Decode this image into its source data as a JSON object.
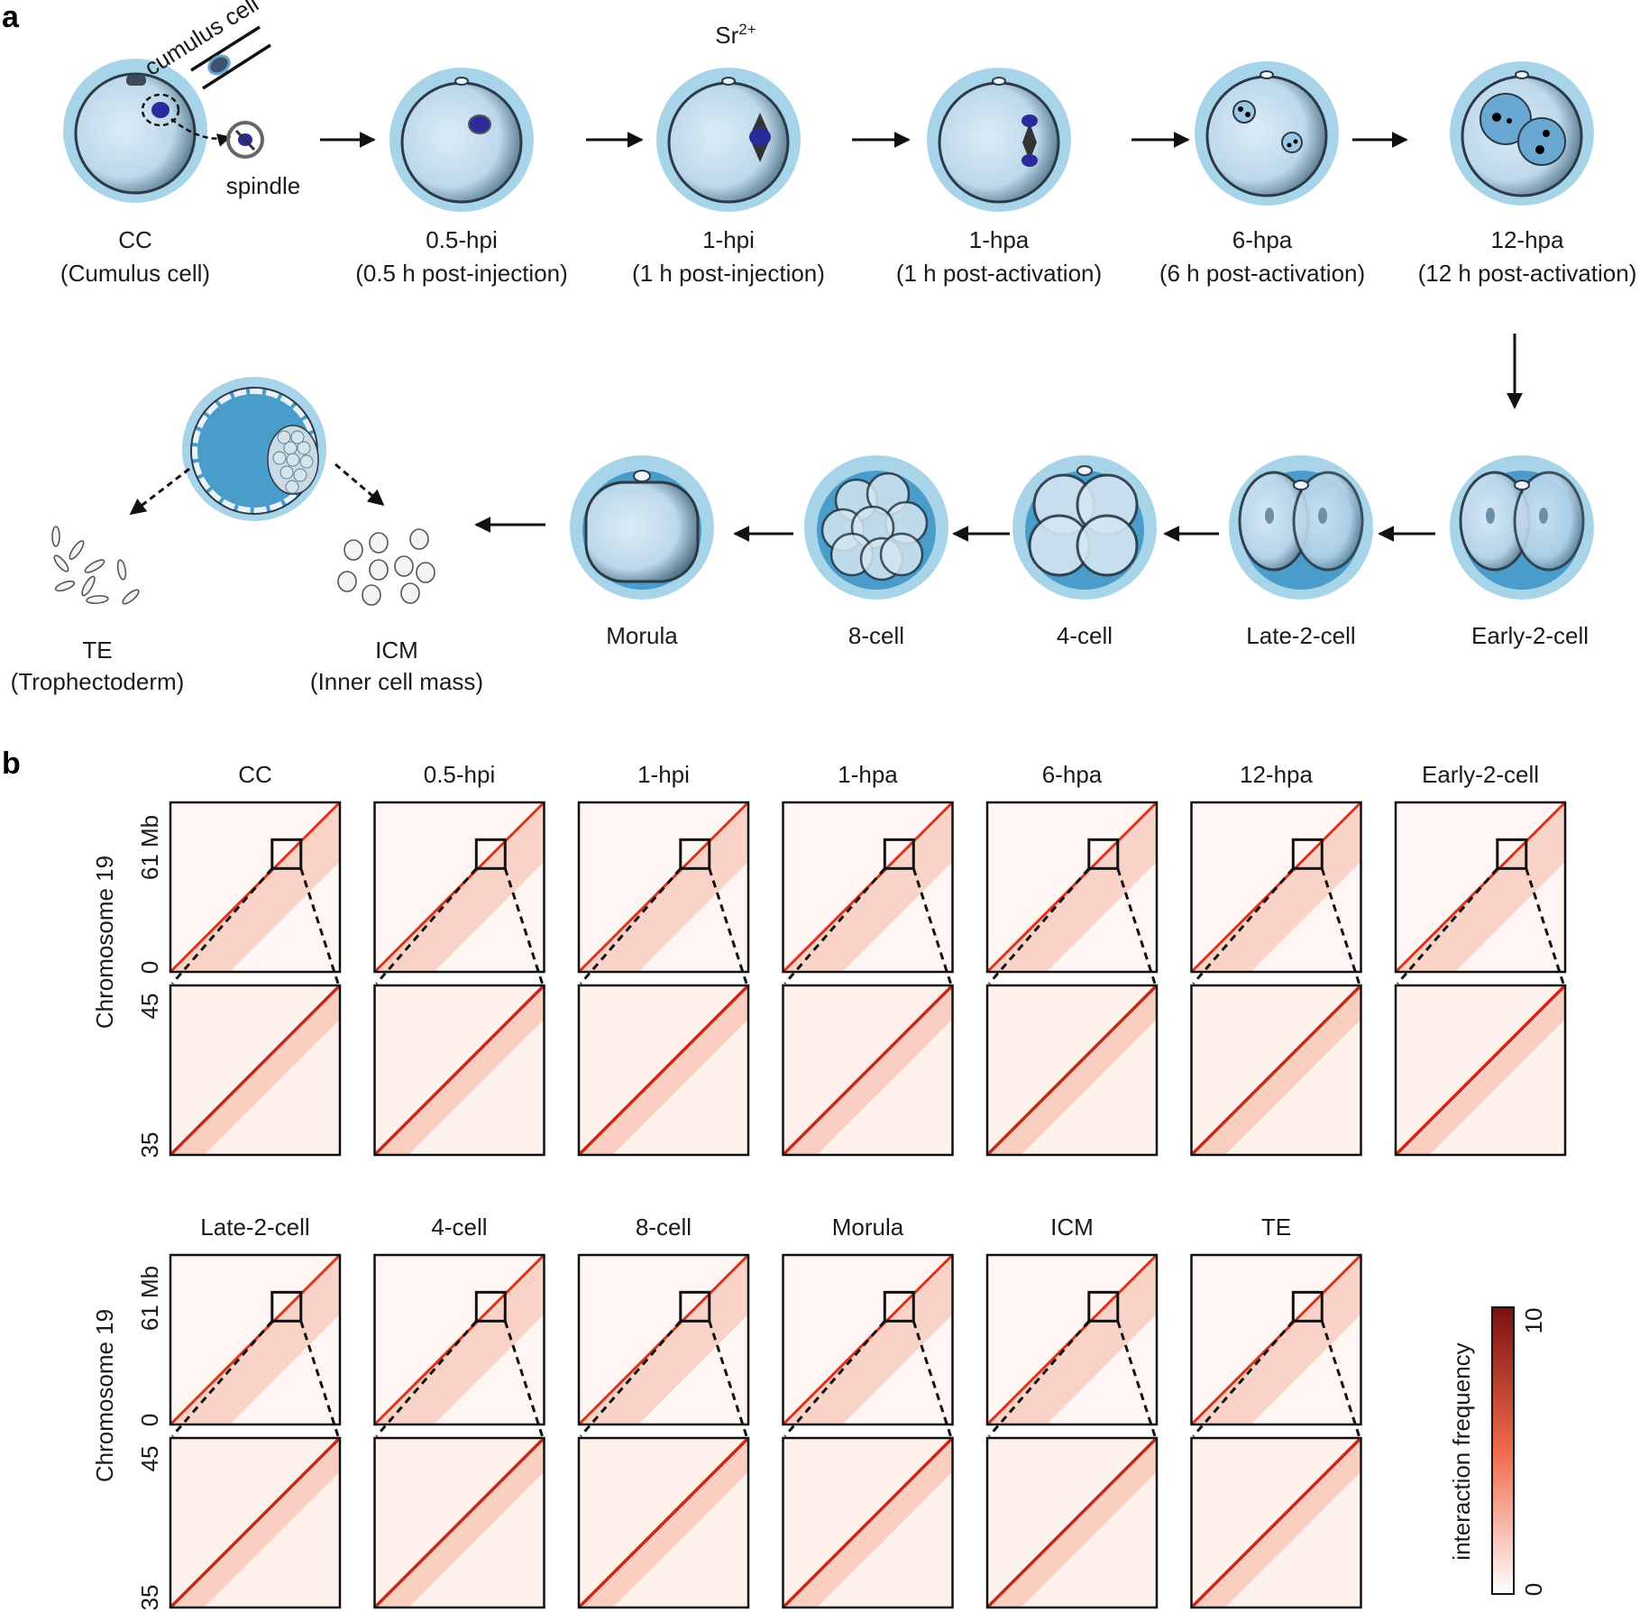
{
  "panel_labels": {
    "a": "a",
    "b": "b"
  },
  "panel_a": {
    "annotations": {
      "cumulus": "cumulus cell",
      "spindle": "spindle",
      "strontium": "Sr",
      "strontium_sup": "2+"
    },
    "row1": [
      {
        "name": "CC",
        "sub": "(Cumulus cell)"
      },
      {
        "name": "0.5-hpi",
        "sub": "(0.5 h post-injection)"
      },
      {
        "name": "1-hpi",
        "sub": "(1 h post-injection)"
      },
      {
        "name": "1-hpa",
        "sub": "(1 h post-activation)"
      },
      {
        "name": "6-hpa",
        "sub": "(6 h post-activation)"
      },
      {
        "name": "12-hpa",
        "sub": "(12 h post-activation)"
      }
    ],
    "row2": [
      {
        "name": "Early-2-cell"
      },
      {
        "name": "Late-2-cell"
      },
      {
        "name": "4-cell"
      },
      {
        "name": "8-cell"
      },
      {
        "name": "Morula"
      }
    ],
    "fates": [
      {
        "name": "TE",
        "sub": "(Trophectoderm)"
      },
      {
        "name": "ICM",
        "sub": "(Inner cell mass)"
      }
    ]
  },
  "panel_b": {
    "ylabel": "Chromosome 19",
    "full_ticks": [
      "61 Mb",
      "0"
    ],
    "zoom_ticks": [
      "45",
      "35"
    ],
    "rows": [
      [
        "CC",
        "0.5-hpi",
        "1-hpi",
        "1-hpa",
        "6-hpa",
        "12-hpa",
        "Early-2-cell"
      ],
      [
        "Late-2-cell",
        "4-cell",
        "8-cell",
        "Morula",
        "ICM",
        "TE"
      ]
    ],
    "colorbar": {
      "label": "interaction frequency",
      "min": "0",
      "max": "10",
      "color_low": "#ffffff",
      "color_mid": "#ef6a4a",
      "color_high": "#7a1010"
    }
  }
}
